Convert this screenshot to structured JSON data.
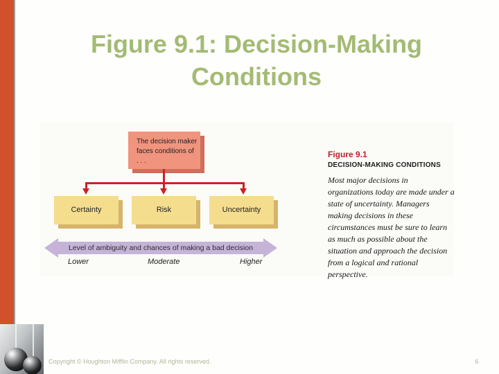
{
  "slide": {
    "title_line1": "Figure 9.1: Decision-Making",
    "title_line2": "Conditions",
    "footer": {
      "copyright": "Copyright © Houghton Mifflin Company. All rights reserved.",
      "page_number": "6"
    }
  },
  "figure": {
    "top_box_text": "The decision maker faces conditions of . . .",
    "condition_boxes": [
      "Certainty",
      "Risk",
      "Uncertainty"
    ],
    "scale_arrow_label": "Level of ambiguity and chances of making a bad decision",
    "scale_words": [
      "Lower",
      "Moderate",
      "Higher"
    ],
    "caption": {
      "figure_label": "Figure 9.1",
      "heading": "DECISION-MAKING CONDITIONS",
      "body": "Most major decisions in organizations today are made under a state of uncertainty. Managers making decisions in these circumstances must be sure to learn as much as possible about the situation and approach the decision from a logical and rational perspective."
    }
  },
  "icons": {
    "pendulum_photo": "newtons-cradle-photo"
  },
  "colors": {
    "accent_bar": "#d0512b",
    "title_green": "#a3bb74",
    "top_box_pink": "#f0947e",
    "top_box_shadow": "#ce6e5b",
    "condition_box_yellow": "#f5dd8e",
    "condition_box_shadow": "#d6b469",
    "connector_red": "#cc2127",
    "scale_arrow_purple": "#c5b3d8",
    "figure_label_red": "#bf1e2e",
    "footer_text_green": "#afb797"
  }
}
